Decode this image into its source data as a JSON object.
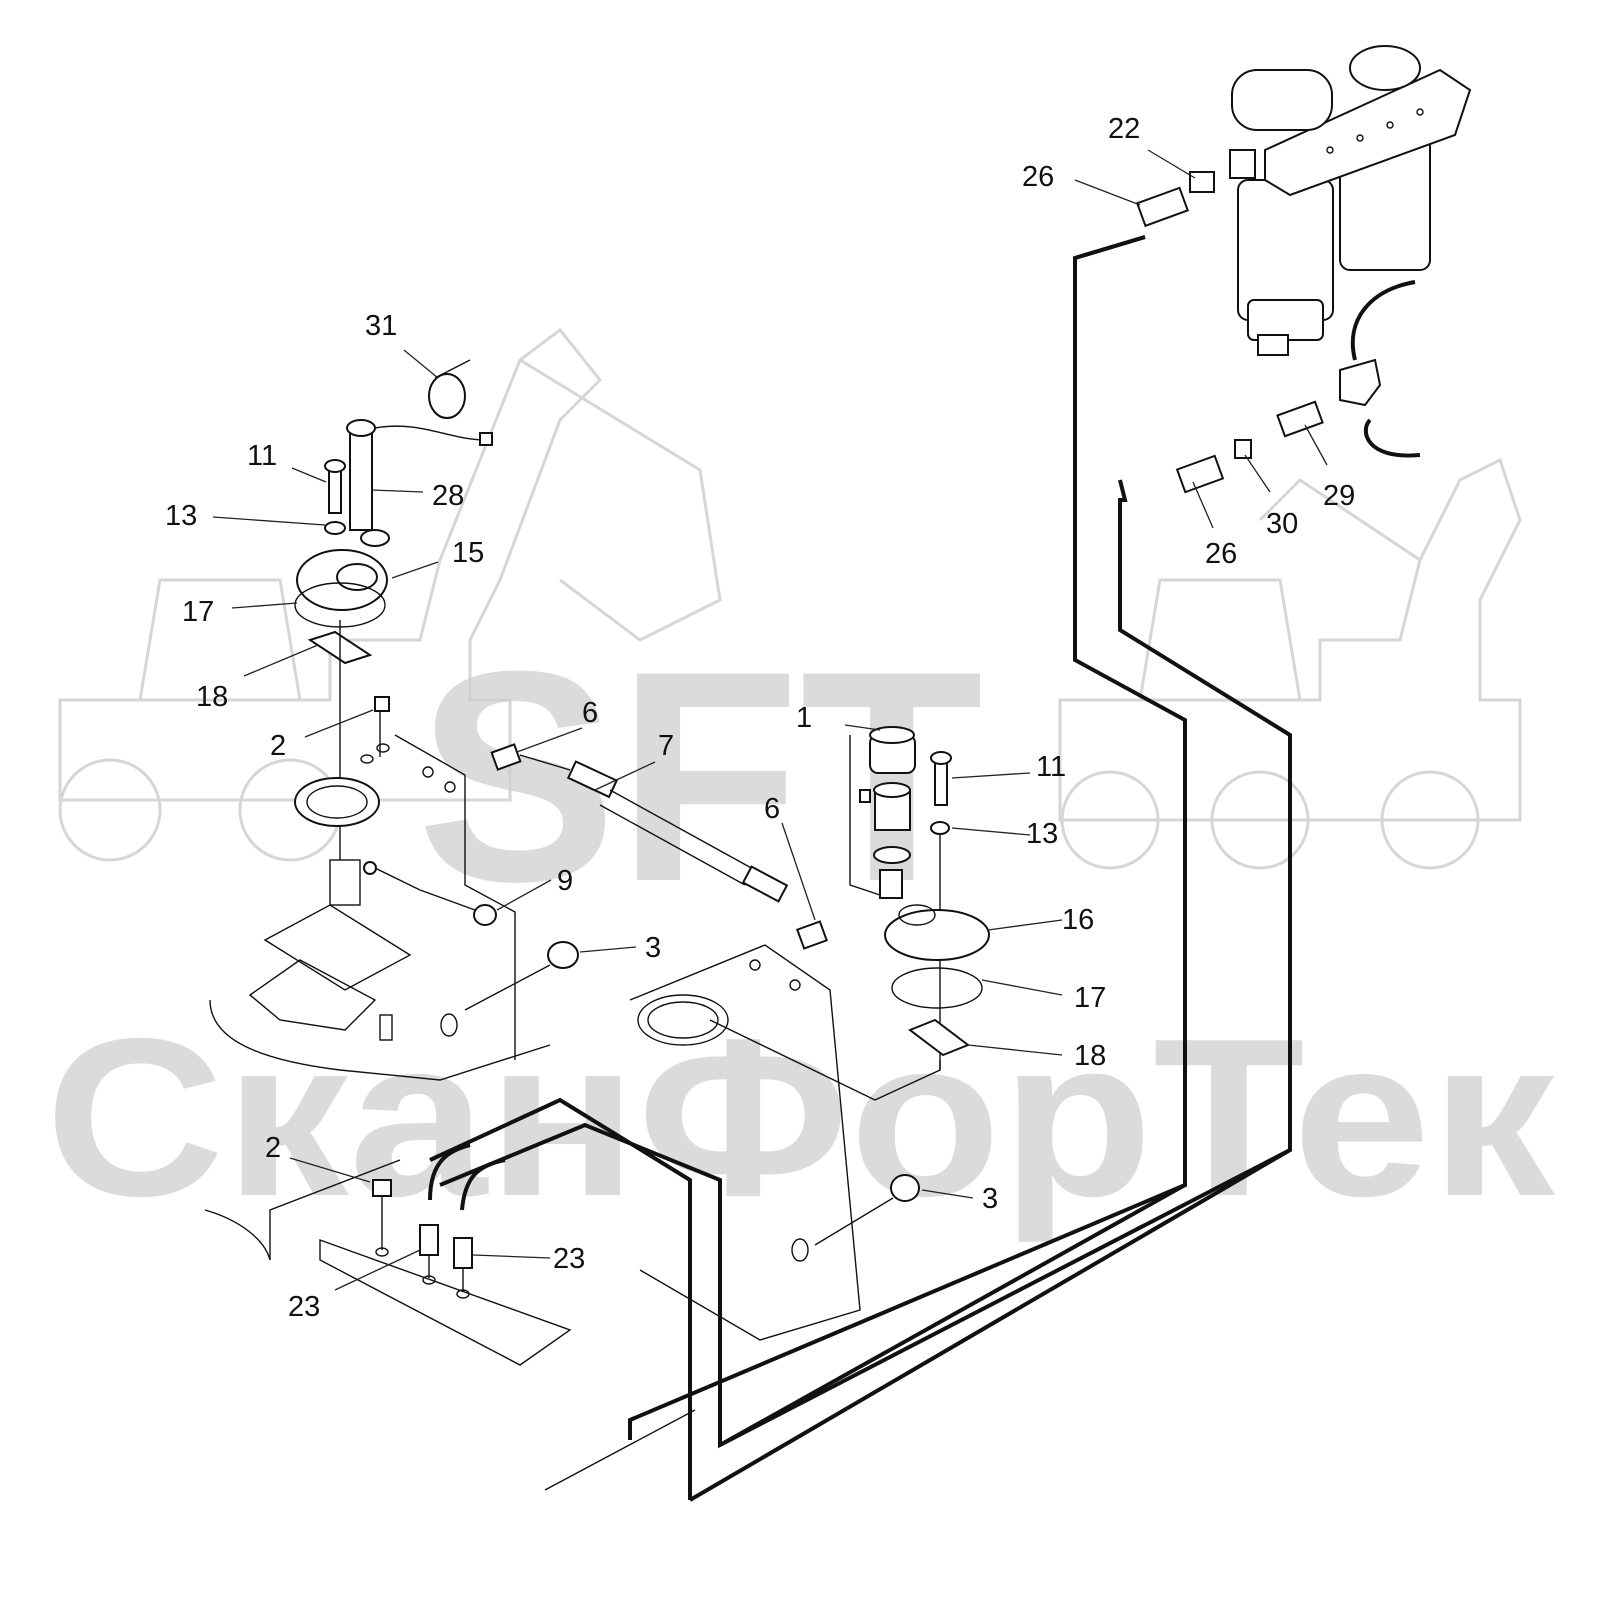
{
  "watermark": {
    "brand": "SFT",
    "company": "СканФорТек"
  },
  "callouts": [
    {
      "id": "c31",
      "label": "31"
    },
    {
      "id": "c11a",
      "label": "11"
    },
    {
      "id": "c28",
      "label": "28"
    },
    {
      "id": "c13a",
      "label": "13"
    },
    {
      "id": "c15",
      "label": "15"
    },
    {
      "id": "c17a",
      "label": "17"
    },
    {
      "id": "c18a",
      "label": "18"
    },
    {
      "id": "c2a",
      "label": "2"
    },
    {
      "id": "c6a",
      "label": "6"
    },
    {
      "id": "c7",
      "label": "7"
    },
    {
      "id": "c1",
      "label": "1"
    },
    {
      "id": "c11b",
      "label": "11"
    },
    {
      "id": "c13b",
      "label": "13"
    },
    {
      "id": "c6b",
      "label": "6"
    },
    {
      "id": "c9",
      "label": "9"
    },
    {
      "id": "c3a",
      "label": "3"
    },
    {
      "id": "c16",
      "label": "16"
    },
    {
      "id": "c17b",
      "label": "17"
    },
    {
      "id": "c18b",
      "label": "18"
    },
    {
      "id": "c2b",
      "label": "2"
    },
    {
      "id": "c3b",
      "label": "3"
    },
    {
      "id": "c23a",
      "label": "23"
    },
    {
      "id": "c23b",
      "label": "23"
    },
    {
      "id": "c22",
      "label": "22"
    },
    {
      "id": "c26a",
      "label": "26"
    },
    {
      "id": "c26b",
      "label": "26"
    },
    {
      "id": "c30",
      "label": "30"
    },
    {
      "id": "c29",
      "label": "29"
    }
  ]
}
